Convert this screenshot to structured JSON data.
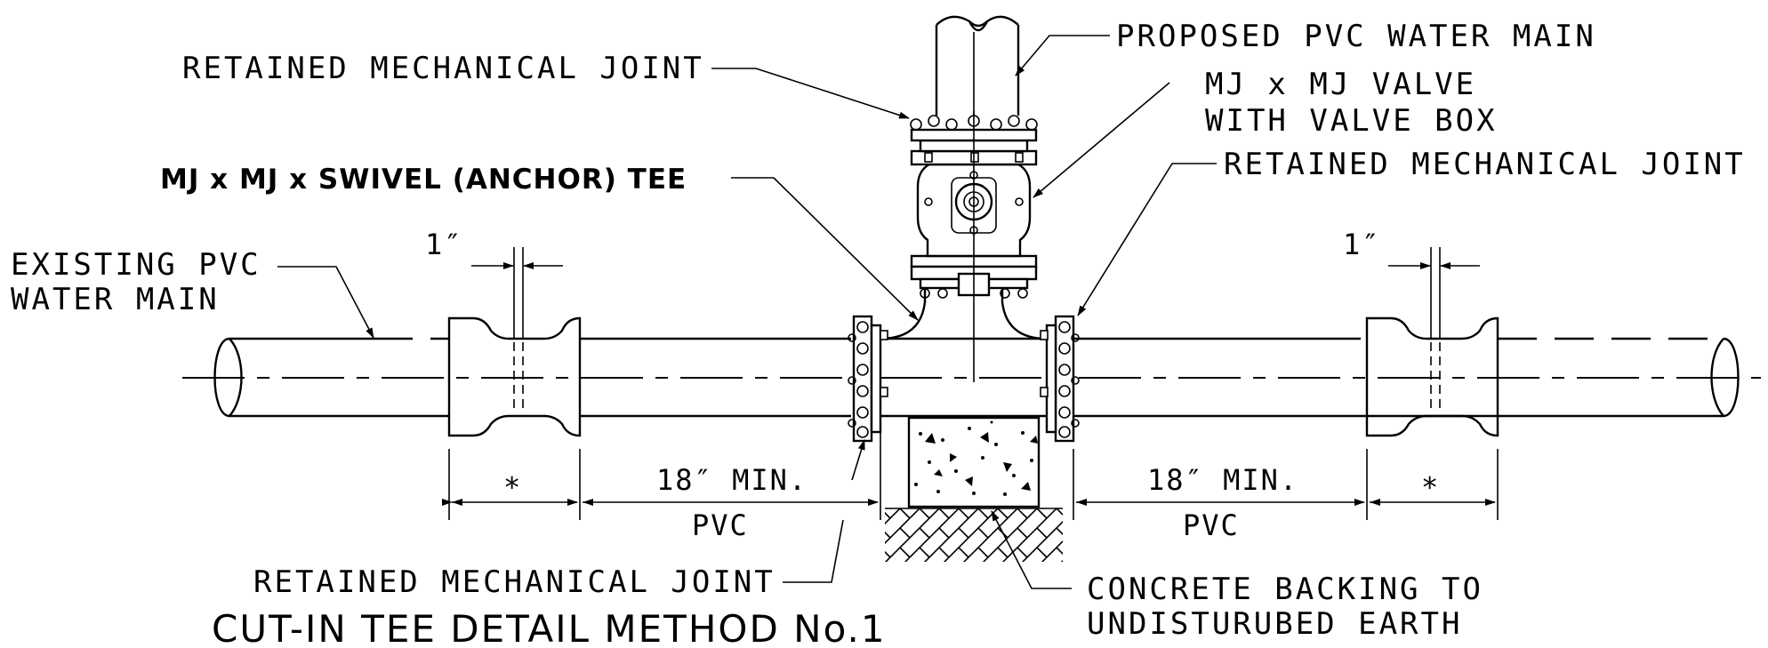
{
  "title": "CUT-IN TEE DETAIL METHOD No.1",
  "labels": {
    "retained_mj_top": "RETAINED MECHANICAL JOINT",
    "proposed_main": "PROPOSED PVC WATER MAIN",
    "valve_line1": "MJ x MJ VALVE",
    "valve_line2": "WITH VALVE BOX",
    "tee": "MJ x MJ x SWIVEL (ANCHOR) TEE",
    "retained_mj_right": "RETAINED MECHANICAL JOINT",
    "existing_line1": "EXISTING PVC",
    "existing_line2": "WATER MAIN",
    "retained_mj_bottom": "RETAINED MECHANICAL JOINT",
    "concrete_line1": "CONCRETE BACKING TO",
    "concrete_line2": "UNDISTURUBED EARTH"
  },
  "dimensions": {
    "gap_left": "1″",
    "gap_right": "1″",
    "star_left": "∗",
    "star_right": "∗",
    "min_left": "18″ MIN.",
    "min_right": "18″ MIN.",
    "pvc_left": "PVC",
    "pvc_right": "PVC"
  },
  "colors": {
    "line": "#000000",
    "background": "#ffffff"
  }
}
